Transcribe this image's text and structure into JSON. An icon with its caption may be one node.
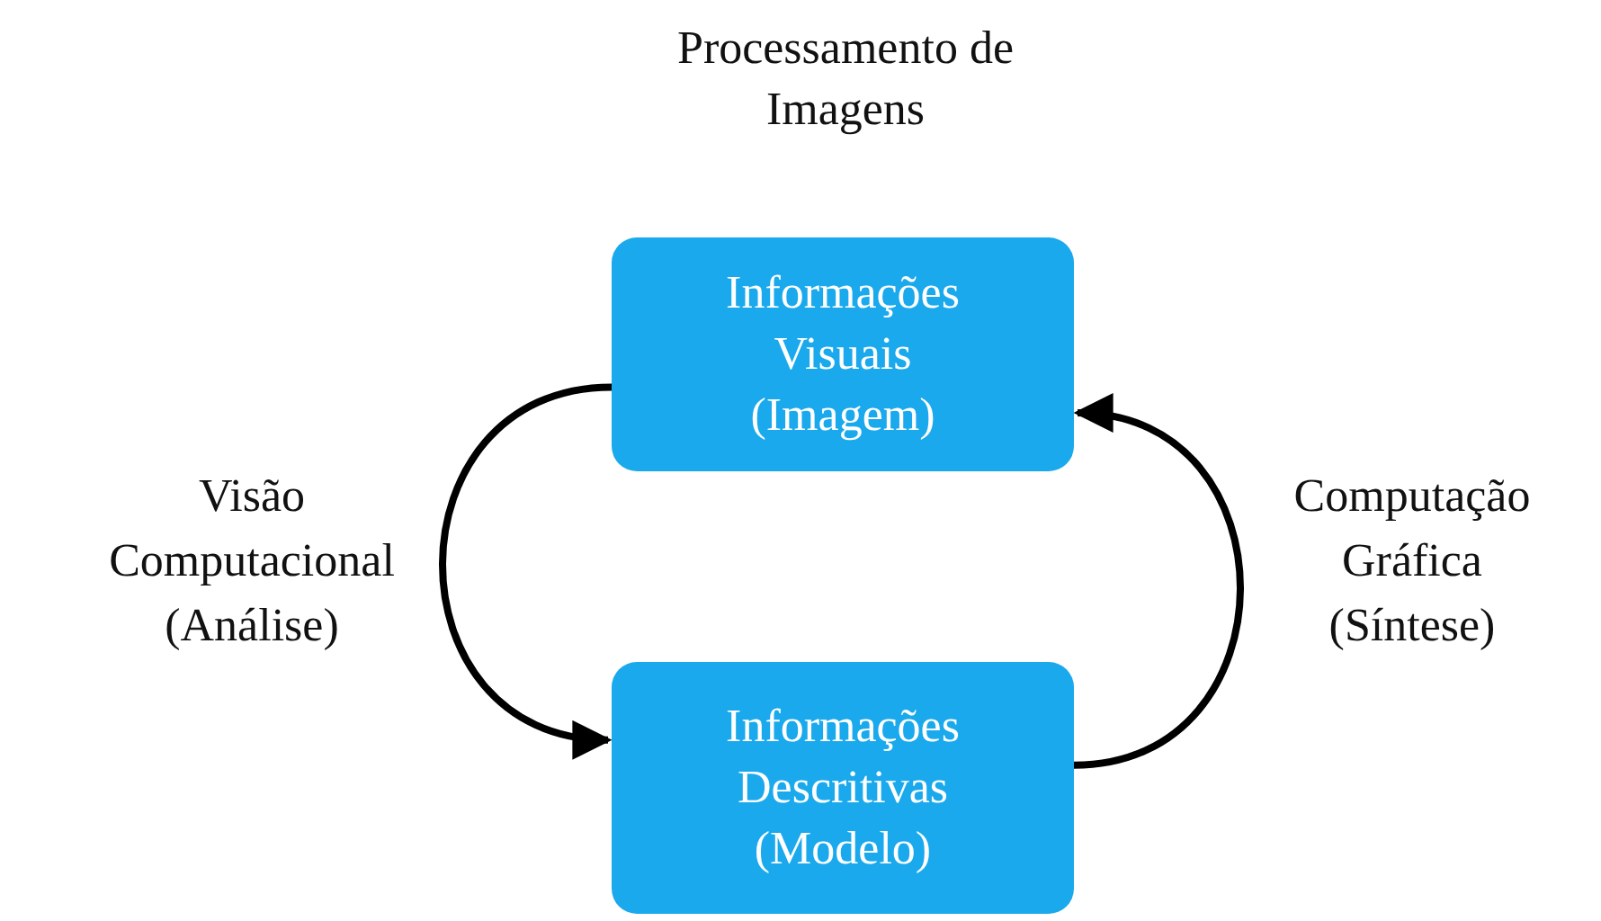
{
  "diagram": {
    "title": "Processamento de Imagens",
    "nodes": [
      {
        "text": [
          "Informações Visuais (Imagem)"
        ]
      },
      {
        "text": [
          "Informações Descritivas (Modelo)"
        ]
      }
    ],
    "edges": [
      {
        "from": 0,
        "to": 1,
        "arrow": "to",
        "label": "Visão Computacional (Análise)"
      },
      {
        "from": 1,
        "to": 0,
        "arrow": "to",
        "label": "Computação Gráfica (Síntese)"
      }
    ]
  }
}
